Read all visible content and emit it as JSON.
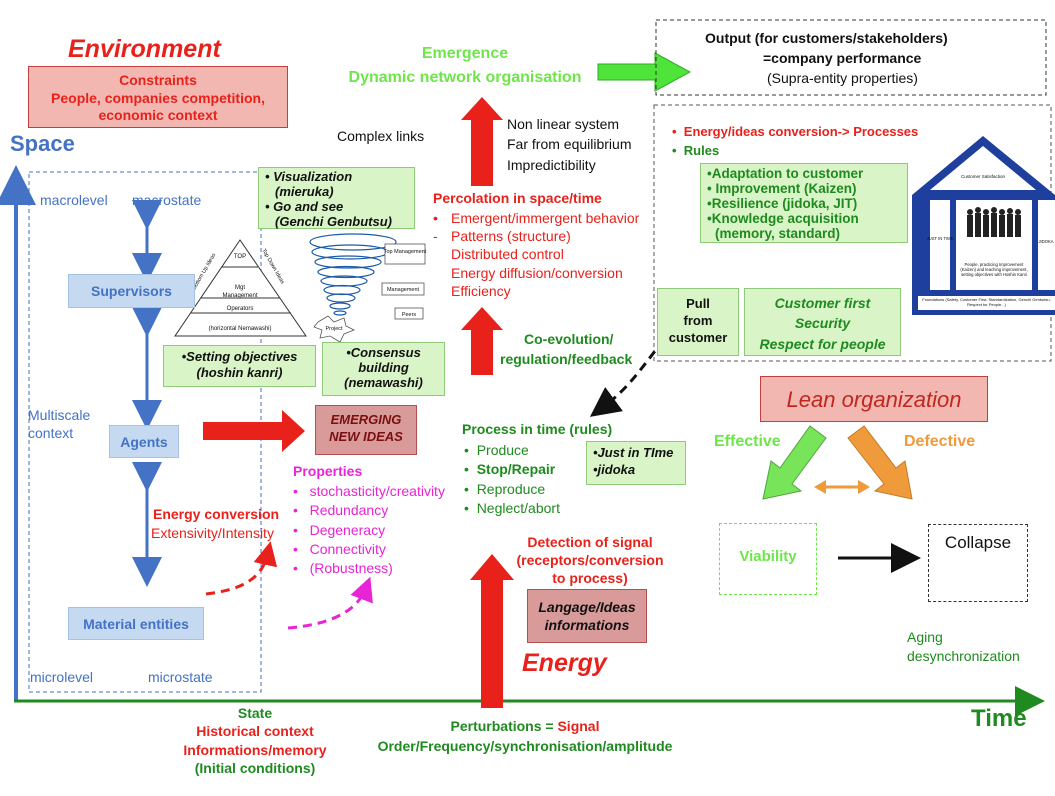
{
  "environment": {
    "title": "Environment",
    "constraints": [
      "Constraints",
      "People, companies competition,",
      "economic context"
    ]
  },
  "space_label": "Space",
  "time_label": "Time",
  "left_panel": {
    "macrolevel": "macrolevel",
    "macrostate": "macrostate",
    "supervisors": "Supervisors",
    "agents": "Agents",
    "material_entities": "Material entities",
    "multiscale": [
      "Multiscale",
      "context"
    ],
    "microlevel": "microlevel",
    "microstate": "microstate",
    "energy_conversion": "Energy conversion",
    "extensivity": "Extensivity/Intensity"
  },
  "emergence": [
    "Emergence",
    "Dynamic network organisation"
  ],
  "complex_links": "Complex links",
  "nonlinear": [
    "Non linear system",
    "Far from equilibrium",
    "Impredictibility"
  ],
  "visualization_box": {
    "items": [
      "Visualization",
      "(mieruka)",
      "Go and see",
      "(Genchi Genbutsu)"
    ]
  },
  "pyramid": {
    "top": "TOP",
    "mgt": "Mgt",
    "management": "Management",
    "operators": "Operators",
    "horizontal": "(horizontal Nemawashi)",
    "bottom_up": "Bottom Up Ideas",
    "top_down": "Top Down Ideas"
  },
  "tornado": {
    "top_mgmt": "Top Management",
    "management": "Management",
    "peers": "Peers",
    "project": "Project"
  },
  "setting_objectives": [
    "•Setting objectives",
    "(hoshin kanri)"
  ],
  "consensus": [
    "•Consensus",
    "building",
    "(nemawashi)"
  ],
  "percolation": {
    "title": "Percolation in space/time",
    "items": [
      "Emergent/immergent  behavior",
      "Patterns (structure)",
      "Distributed control",
      "Energy diffusion/conversion",
      "Efficiency"
    ],
    "bullets": [
      "•",
      "-",
      "",
      "",
      ""
    ]
  },
  "coevolution": [
    "Co-evolution/",
    "regulation/feedback"
  ],
  "emerging_ideas": [
    "EMERGING",
    "NEW IDEAS"
  ],
  "properties": {
    "title": "Properties",
    "items": [
      "stochasticity/creativity",
      "Redundancy",
      "Degeneracy",
      "Connectivity",
      "(Robustness)"
    ]
  },
  "process": {
    "title": "Process in time (rules)",
    "items": [
      "Produce",
      "Stop/Repair",
      "Reproduce",
      "Neglect/abort"
    ]
  },
  "jit_box": [
    "•Just in TIme",
    "•jidoka"
  ],
  "output": {
    "line1": "Output (for customers/stakeholders)",
    "line2": "=company performance",
    "line3": "(Supra-entity properties)"
  },
  "rules_panel": {
    "energy": "Energy/ideas conversion-> Processes",
    "rules": "Rules",
    "green_box": [
      "•Adaptation to customer",
      "• Improvement (Kaizen)",
      "•Resilience (jidoka, JIT)",
      "•Knowledge acquisition",
      "(memory, standard)"
    ]
  },
  "house": {
    "roof": "Customer Satisfaction",
    "left_pillar": "JUST IN TIME",
    "right_pillar": "JIDOKA",
    "center": "People, practicing Improvement (Kaizen) and teaching improvement, setting objectives with Hoshin Kanri",
    "foundation": "Foundations (Safety, Customer First, Standardization, Genchi Genbutsu, Respect for People...)"
  },
  "pull_box": [
    "Pull",
    "from",
    "customer"
  ],
  "customer_first": [
    "Customer first",
    "Security",
    "Respect for people"
  ],
  "lean_org": "Lean organization",
  "effective": "Effective",
  "defective": "Defective",
  "viability": "Viability",
  "collapse": "Collapse",
  "aging": [
    "Aging",
    "desynchronization"
  ],
  "detection": [
    "Detection of signal",
    "(receptors/conversion",
    "to process)"
  ],
  "langage": [
    "Langage/Ideas",
    "informations"
  ],
  "energy_label": "Energy",
  "state": {
    "state": "State",
    "historical": "Historical context",
    "info": "Informations/memory",
    "initial": "(Initial conditions)"
  },
  "perturbations": {
    "line1a": "Perturbations = ",
    "line1b": "Signal",
    "line2": "Order/Frequency/synchronisation/amplitude"
  },
  "colors": {
    "red": "#e8211b",
    "green": "#1f8a1f",
    "light_green": "#6ee64a",
    "blue": "#4472c4",
    "magenta": "#e824d6",
    "orange": "#ef9a3b"
  }
}
